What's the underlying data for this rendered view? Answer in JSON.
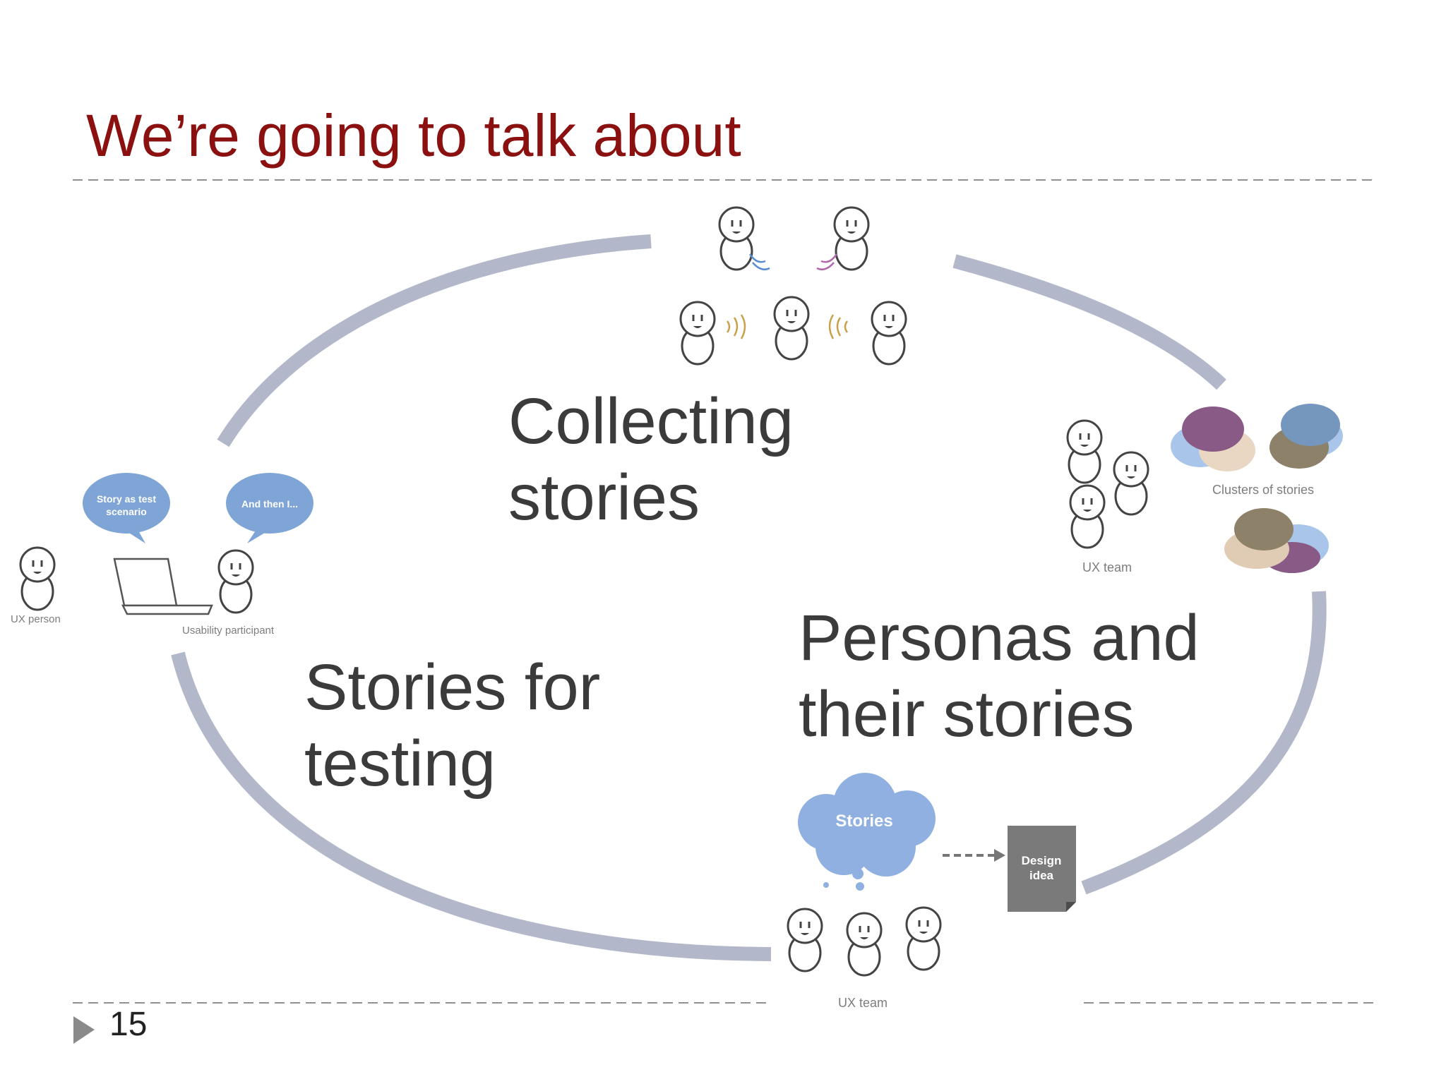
{
  "slide": {
    "title": "We’re going to talk about",
    "page_number": "15",
    "sections": {
      "collecting": [
        "Collecting",
        "stories"
      ],
      "personas": [
        "Personas and",
        "their stories"
      ],
      "testing": [
        "Stories for",
        "testing"
      ]
    },
    "illustration": {
      "ux_person": "UX person",
      "usability_participant": "Usability participant",
      "bubble_story_test_lines": [
        "Story as test",
        "scenario"
      ],
      "bubble_and_then": "And then I...",
      "ux_team_right": "UX team",
      "clusters_of_stories": "Clusters of stories",
      "stories_cloud": "Stories",
      "design_idea_lines": [
        "Design",
        "idea"
      ],
      "ux_team_bottom": "UX team"
    }
  },
  "colors": {
    "title": "#8b1010",
    "body_text": "#3b3b3b",
    "cycle_arc": "#b3b7ca",
    "divider": "#8f8f8f",
    "bubble_blue": "#7ea5d6"
  },
  "icons": [
    "person-icon",
    "laptop-icon",
    "speech-bubble-icon",
    "document-icon",
    "cloud-icon",
    "arrow-icon",
    "triangle-bullet-icon"
  ]
}
